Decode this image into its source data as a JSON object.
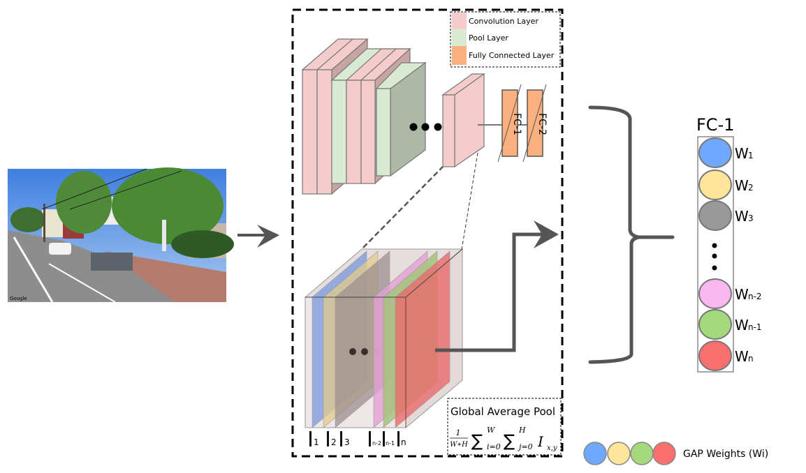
{
  "title": "CNN with Global Average Pooling producing GAP weights",
  "colors": {
    "conv": "#f4cccc",
    "conv_side": "#c9a4a4",
    "pool": "#d9ead3",
    "pool_side": "#adb9a5",
    "fc": "#fbb17f",
    "arrow": "#555555",
    "w1": "#6fa8fc",
    "w2": "#ffe599",
    "w3": "#999999",
    "wn2": "#fbb8ef",
    "wn1": "#a5d97c",
    "wn": "#fb6e6e"
  },
  "input_image": {
    "description": "street view photo",
    "watermark": "Google"
  },
  "legend": {
    "items": [
      {
        "label": "Convolution Layer",
        "color": "#f4cccc"
      },
      {
        "label": "Pool Layer",
        "color": "#d9ead3"
      },
      {
        "label": "Fully Connected Layer",
        "color": "#fbb17f"
      }
    ]
  },
  "cnn": {
    "ellipsis": "•••",
    "fc_layers": [
      "FC-1",
      "FC-2"
    ]
  },
  "feature_maps": {
    "labels": [
      {
        "main": "I",
        "sub": "1"
      },
      {
        "main": "I",
        "sub": "2"
      },
      {
        "main": "I",
        "sub": "3"
      },
      {
        "main": "I",
        "sub": "n-2"
      },
      {
        "main": "I",
        "sub": "n-1"
      },
      {
        "main": "I",
        "sub": "n"
      }
    ]
  },
  "gap_box": {
    "title": "Global Average Pool",
    "formula_num": "1",
    "formula_den": "W∗H",
    "sum1_upper": "W",
    "sum1_lower": "i=0",
    "sum2_upper": "H",
    "sum2_lower": "j=0",
    "term": "I",
    "term_sub": "x,y"
  },
  "fc_output": {
    "title": "FC-1",
    "nodes": [
      {
        "main": "W",
        "sub": "1"
      },
      {
        "main": "W",
        "sub": "2"
      },
      {
        "main": "W",
        "sub": "3"
      },
      {
        "main": "W",
        "sub": "n-2"
      },
      {
        "main": "W",
        "sub": "n-1"
      },
      {
        "main": "W",
        "sub": "n"
      }
    ]
  },
  "bottom_legend": {
    "label": "GAP Weights (Wi)"
  }
}
